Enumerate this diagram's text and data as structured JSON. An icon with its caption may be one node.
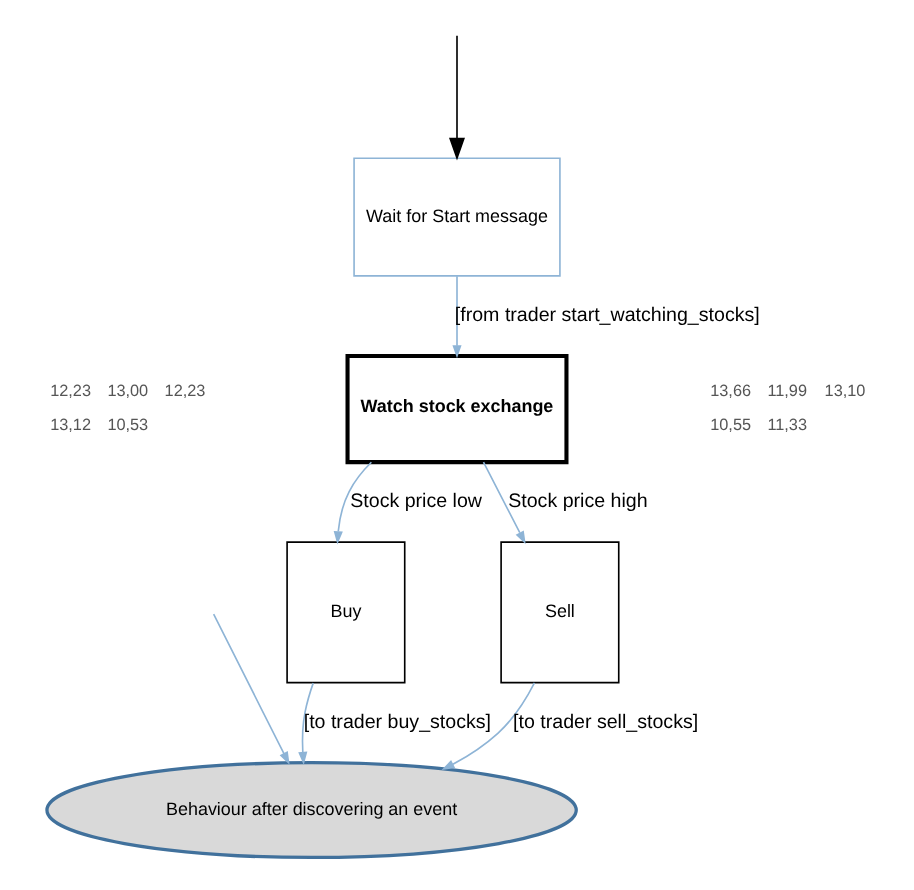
{
  "diagram": {
    "nodes": [
      {
        "text": [
          "Wait for Start message"
        ]
      },
      {
        "text": [
          "Watch stock exchange"
        ]
      },
      {
        "text": [
          "Buy"
        ]
      },
      {
        "text": [
          "Sell"
        ]
      },
      {
        "text": [
          "Behaviour after discovering an event"
        ]
      }
    ],
    "edges": [
      {
        "from": null,
        "to": 0,
        "arrow": "to",
        "color": "#000000"
      },
      {
        "from": 0,
        "to": 1,
        "arrow": "to",
        "label": "[from trader start_watching_stocks]"
      },
      {
        "from": 1,
        "to": 2,
        "arrow": "to",
        "label": "Stock price low"
      },
      {
        "from": 1,
        "to": 3,
        "arrow": "to",
        "label": "Stock price high"
      },
      {
        "from": 2,
        "to": 4,
        "arrow": "to",
        "label": "[to trader buy_stocks]"
      },
      {
        "from": null,
        "to": 4,
        "arrow": "to"
      },
      {
        "from": 3,
        "to": 4,
        "arrow": "to",
        "label": "[to trader sell_stocks]"
      }
    ],
    "labels": [
      "12,23",
      "13,00",
      "12,23",
      "13,66",
      "11,99",
      "13,10",
      "13,12",
      "10,53",
      "10,55",
      "11,33"
    ]
  }
}
